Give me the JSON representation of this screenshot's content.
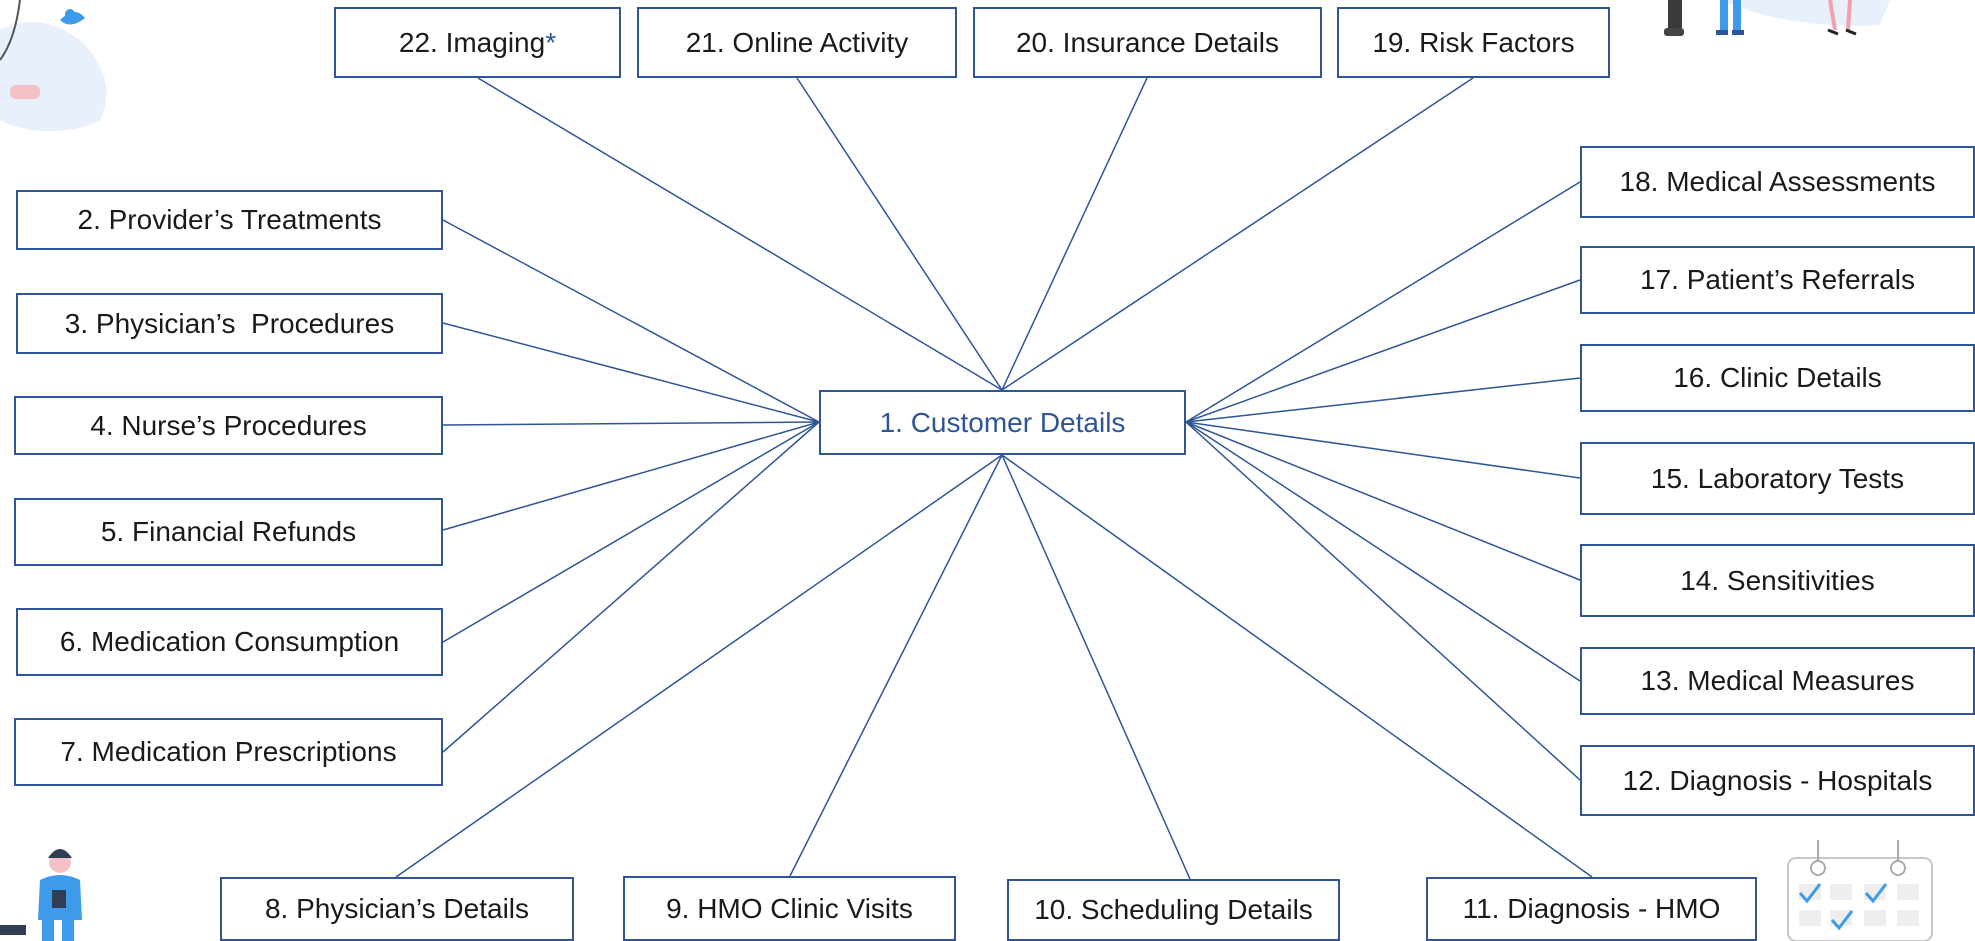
{
  "diagram": {
    "center": {
      "id": "n1",
      "label": "1. Customer Details"
    },
    "nodes": [
      {
        "id": "n22",
        "label": "22. Imaging",
        "suffix": "*"
      },
      {
        "id": "n21",
        "label": "21. Online Activity"
      },
      {
        "id": "n20",
        "label": "20. Insurance Details"
      },
      {
        "id": "n19",
        "label": "19. Risk Factors"
      },
      {
        "id": "n2",
        "label": "2. Provider’s Treatments"
      },
      {
        "id": "n3",
        "label": "3. Physician’s  Procedures"
      },
      {
        "id": "n4",
        "label": "4. Nurse’s Procedures"
      },
      {
        "id": "n5",
        "label": "5. Financial Refunds"
      },
      {
        "id": "n6",
        "label": "6. Medication Consumption"
      },
      {
        "id": "n7",
        "label": "7. Medication Prescriptions"
      },
      {
        "id": "n18",
        "label": "18. Medical Assessments"
      },
      {
        "id": "n17",
        "label": "17. Patient’s Referrals"
      },
      {
        "id": "n16",
        "label": "16. Clinic Details"
      },
      {
        "id": "n15",
        "label": "15. Laboratory Tests"
      },
      {
        "id": "n14",
        "label": "14. Sensitivities"
      },
      {
        "id": "n13",
        "label": "13. Medical Measures"
      },
      {
        "id": "n12",
        "label": "12. Diagnosis - Hospitals"
      },
      {
        "id": "n8",
        "label": "8. Physician’s Details"
      },
      {
        "id": "n9",
        "label": "9. HMO Clinic Visits"
      },
      {
        "id": "n10",
        "label": "10. Scheduling Details"
      },
      {
        "id": "n11",
        "label": "11. Diagnosis - HMO"
      }
    ]
  },
  "colors": {
    "accent": "#2f5597",
    "text": "#1a1a1a",
    "illustration": "#3d9be9"
  }
}
